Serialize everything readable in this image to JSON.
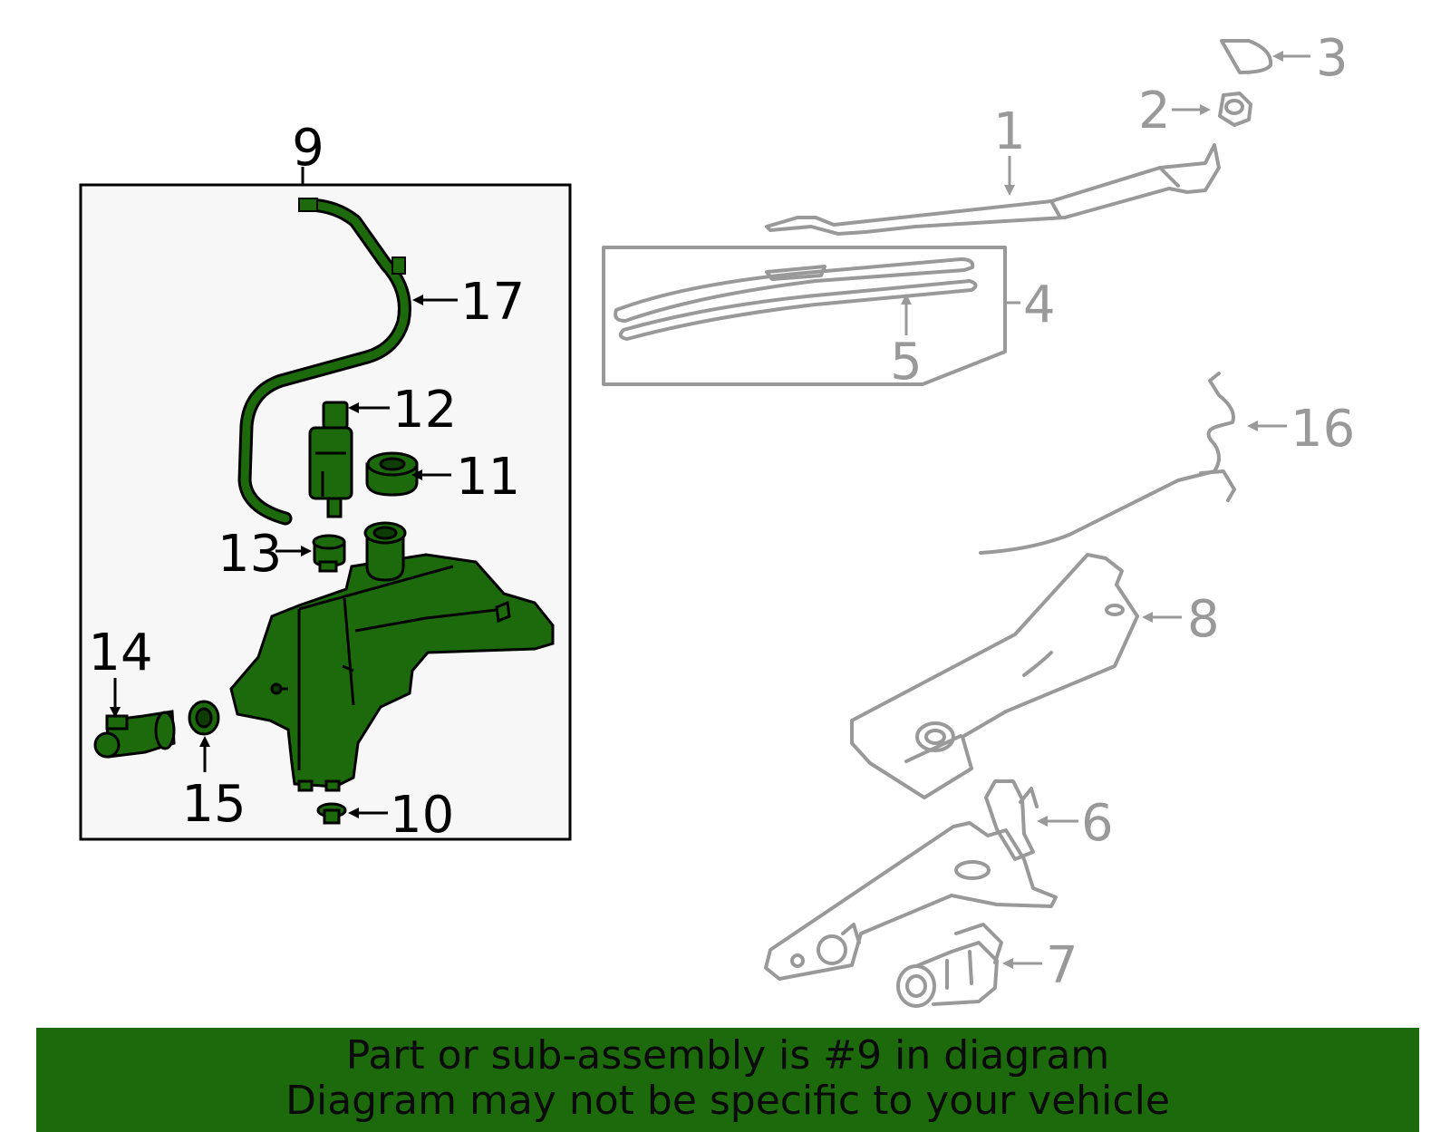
{
  "callouts": {
    "n1": "1",
    "n2": "2",
    "n3": "3",
    "n4": "4",
    "n5": "5",
    "n6": "6",
    "n7": "7",
    "n8": "8",
    "n9": "9",
    "n10": "10",
    "n11": "11",
    "n12": "12",
    "n13": "13",
    "n14": "14",
    "n15": "15",
    "n16": "16",
    "n17": "17"
  },
  "banner": {
    "line1": "Part or sub-assembly is #9 in diagram",
    "line2": "Diagram may not be specific to your vehicle"
  },
  "colors": {
    "highlight_fill": "#1c6a0c",
    "highlight_stroke": "#000000",
    "other_parts": "#999999",
    "banner_bg": "#1c6a0c",
    "box_bg": "#f7f7f7"
  }
}
